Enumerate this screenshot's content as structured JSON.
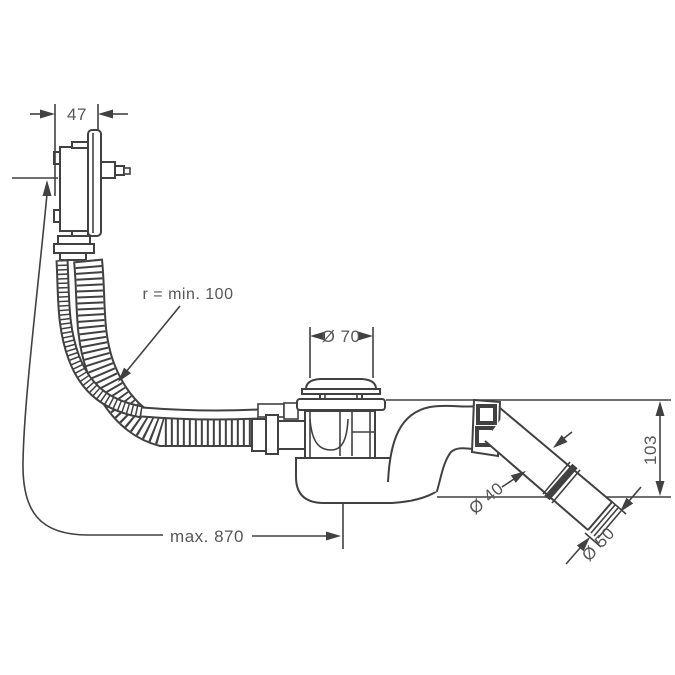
{
  "colors": {
    "background": "#ffffff",
    "line": "#414141",
    "text": "#575757"
  },
  "labels": {
    "width_47": "47",
    "bend_radius": "r = min. 100",
    "dia_flange": "Ø 70",
    "dia_pipe": "Ø 40",
    "dia_outlet": "Ø 50",
    "height_103": "103",
    "max_length": "max. 870"
  }
}
